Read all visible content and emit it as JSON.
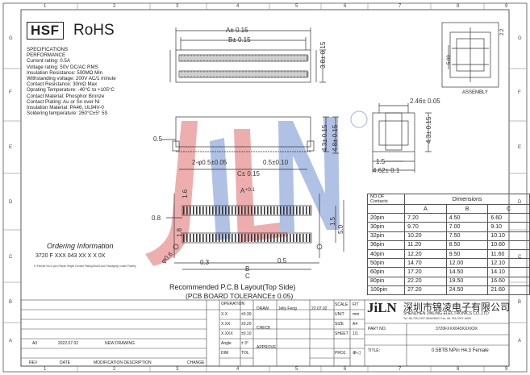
{
  "zones": {
    "columns": [
      "1",
      "2",
      "3",
      "4",
      "5",
      "6",
      "7",
      "8",
      "9"
    ],
    "rows": [
      "G",
      "F",
      "E",
      "D",
      "C",
      "B",
      "A"
    ]
  },
  "badges": {
    "hsf": "HSF",
    "rohs": "RoHS"
  },
  "specs": {
    "title1": "SPECIFICATIONS",
    "title2": "PERFORMANCE",
    "lines": [
      "Current rating: 0.5A",
      "Voltage rating: 50V DC/AC RMS",
      "Insulation Resistance: 500MΩ Min",
      "Withstanding voltage: 200V AC/1 minute",
      "Contact Resistance: 30mΩ Max",
      "Oprating Temperature: -40°C to +105°C",
      "Contact Material: Phosphor Bronze",
      "Contact Plating: Au or Sn over Ni",
      "Insulation Material: PA46, UL94V-0",
      "Soldering temperature: 260°C±5° 5S"
    ]
  },
  "ordering": {
    "title": "Ordering Information",
    "code": "3720  F  XXX  043  XX   X   X   0X",
    "notes": "F=Female  No.of pins  Plastic Height  Contact Plating  Board-lock  Packaging  Locate Polarity"
  },
  "dims": {
    "a": "A± 0.15",
    "b": "B± 0.15",
    "h38": "3.8± 0.15",
    "h43": "4.3± 0.15",
    "h48": "4.8± 0.15",
    "p05": "0.5",
    "hole": "2-φ0.5±0.05",
    "pitch": "0.5±0.10",
    "c": "C± 0.15",
    "w246": "2.46± 0.05",
    "w15": "1.5",
    "w462": "4.62± 0.1",
    "h43b": "4.3± 0.15",
    "top_a": "A",
    "top_01": "+0.1",
    "h16": "1.6",
    "d08": "0.8",
    "d18": "1.8",
    "d15": "1.5",
    "d50": "5.0",
    "d06": "φ0.6",
    "d03": "0.3",
    "d05b": "0.5",
    "bb": "B",
    "cc": "C",
    "asm_w": "2.2",
    "asm_h": "5.00"
  },
  "assembly": "ASSEMBLY",
  "recommended": "Recommended  P.C.B  Layout(Top  Side)",
  "tolerance": "(PCB  BOARD  TOLERANCE± 0.05)",
  "table": {
    "header1": "NO.OF Contacts",
    "header2": "Dimensions",
    "cols": [
      "A",
      "B",
      "C"
    ],
    "rows": [
      [
        "20pin",
        "7.20",
        "4.50",
        "6.60"
      ],
      [
        "30pin",
        "9.70",
        "7.00",
        "9.10"
      ],
      [
        "32pin",
        "10.20",
        "7.50",
        "10.10"
      ],
      [
        "36pin",
        "11.20",
        "8.50",
        "10.60"
      ],
      [
        "40pin",
        "12.20",
        "9.50",
        "11.60"
      ],
      [
        "50pin",
        "14.70",
        "12.00",
        "12.10"
      ],
      [
        "60pin",
        "17.20",
        "14.50",
        "14.10"
      ],
      [
        "80pin",
        "22.20",
        "19.50",
        "16.60"
      ],
      [
        "100pin",
        "27.20",
        "24.50",
        "21.60"
      ]
    ]
  },
  "titleblock": {
    "operation": "OPERATION",
    "tol_rows": [
      [
        "X.X",
        "±0.30"
      ],
      [
        "X.XX",
        "±0.20"
      ],
      [
        "X.XXX",
        "±0.10"
      ],
      [
        "Angle",
        "± 3°"
      ],
      [
        "DIM",
        "TOL"
      ]
    ],
    "draw": "DRAW",
    "drawer": "Jelly Feng",
    "date": "22.07.02",
    "check": "CHECK",
    "approve": "APPROVE",
    "scale": "SCALE",
    "fit": "FIT",
    "unit": "UNIT",
    "mm": "mm",
    "size": "SIZE",
    "a4": "A4",
    "sheet": "SHEET",
    "sheet_val": "1/1",
    "proj": "PROJ.",
    "rev_row": [
      "A0",
      "2022.07.02",
      "NEW DRAWING"
    ],
    "rev_hdr": [
      "REV",
      "DATE",
      "MODIFICATION DESCRIPTION",
      "CHANGE"
    ],
    "part_no": "PART NO.",
    "part_val": "3720FXXX043XXXX0X",
    "title": "TITLE:",
    "title_val": "0.5BTB  NPin H4.3 Female"
  },
  "company": {
    "logo": "JiLN",
    "cn": "深圳市锦凌电子有限公司",
    "en": "SHENZHEN JINLING ELECTRONICS CO.,LTD",
    "tel": "Tel: 86-755-2997-5806/5802  Fax: 86-755-2997-5895"
  },
  "colors": {
    "watermark_red": "#e06b6b",
    "watermark_blue": "#6f8fd0",
    "line": "#333333"
  }
}
